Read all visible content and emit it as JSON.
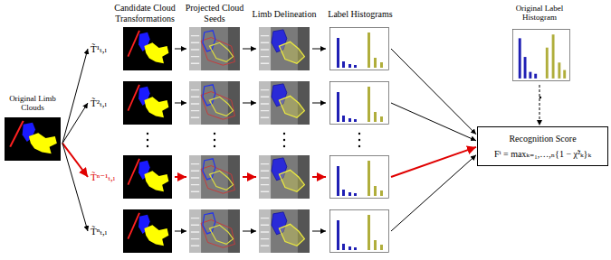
{
  "diagram": {
    "nodes": [
      {
        "text": [
          "Original Limb Clouds"
        ]
      },
      {
        "text": [
          "T̃¹ₜ,ₗ"
        ]
      },
      {
        "text": [
          "T̃²ₜ,ₗ"
        ]
      },
      {
        "text": [
          "T̃ⁿ⁻¹ₜ,ₗ"
        ]
      },
      {
        "text": [
          "T̃ⁿₜ,ₗ"
        ]
      },
      {
        "text": [
          "Original Label Histogram"
        ]
      },
      {
        "text": [
          "Recognition Score",
          "Fⁱ = maxₖ₌₁,…,ₙ{1 − χ̃²ₖ}ₖ"
        ]
      }
    ],
    "edges": [
      {
        "from": 0,
        "to": 1,
        "arrow": "to"
      },
      {
        "from": 0,
        "to": 2,
        "arrow": "to"
      },
      {
        "from": 0,
        "to": 3,
        "arrow": "to"
      },
      {
        "from": 0,
        "to": 4,
        "arrow": "to"
      },
      {
        "from": 5,
        "to": 6,
        "arrow": "to"
      }
    ],
    "labels": [
      "Candidate Cloud Transformations",
      "Projected Cloud Seeds",
      "Limb Delineation",
      "Label Histograms"
    ]
  }
}
